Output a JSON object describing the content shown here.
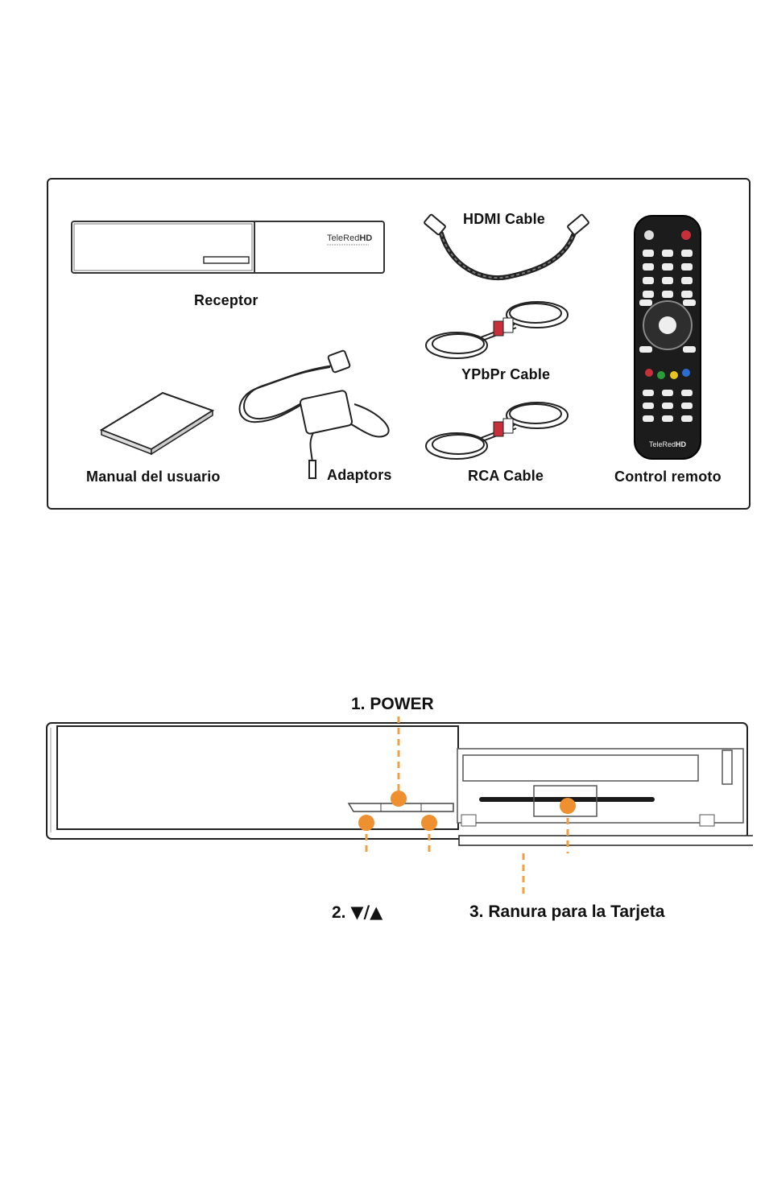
{
  "package_contents": {
    "receptor": {
      "label": "Receptor",
      "brand": "TeleRed",
      "brand_suffix": "HD"
    },
    "hdmi": {
      "label": "HDMI Cable"
    },
    "ypbpr": {
      "label": "YPbPr Cable"
    },
    "rca": {
      "label": "RCA Cable"
    },
    "manual": {
      "label": "Manual del usuario"
    },
    "adaptors": {
      "label": "Adaptors"
    },
    "remote": {
      "label": "Control remoto",
      "brand": "TeleRed",
      "brand_suffix": "HD"
    }
  },
  "front_panel": {
    "power_label": "1. POWER",
    "arrows_prefix": "2. ",
    "arrows_symbols": "▼/▲",
    "card_slot_label": "3. Ranura para la Tarjeta",
    "accent_color": "#f0a040",
    "dot_color": "#ee9030"
  }
}
